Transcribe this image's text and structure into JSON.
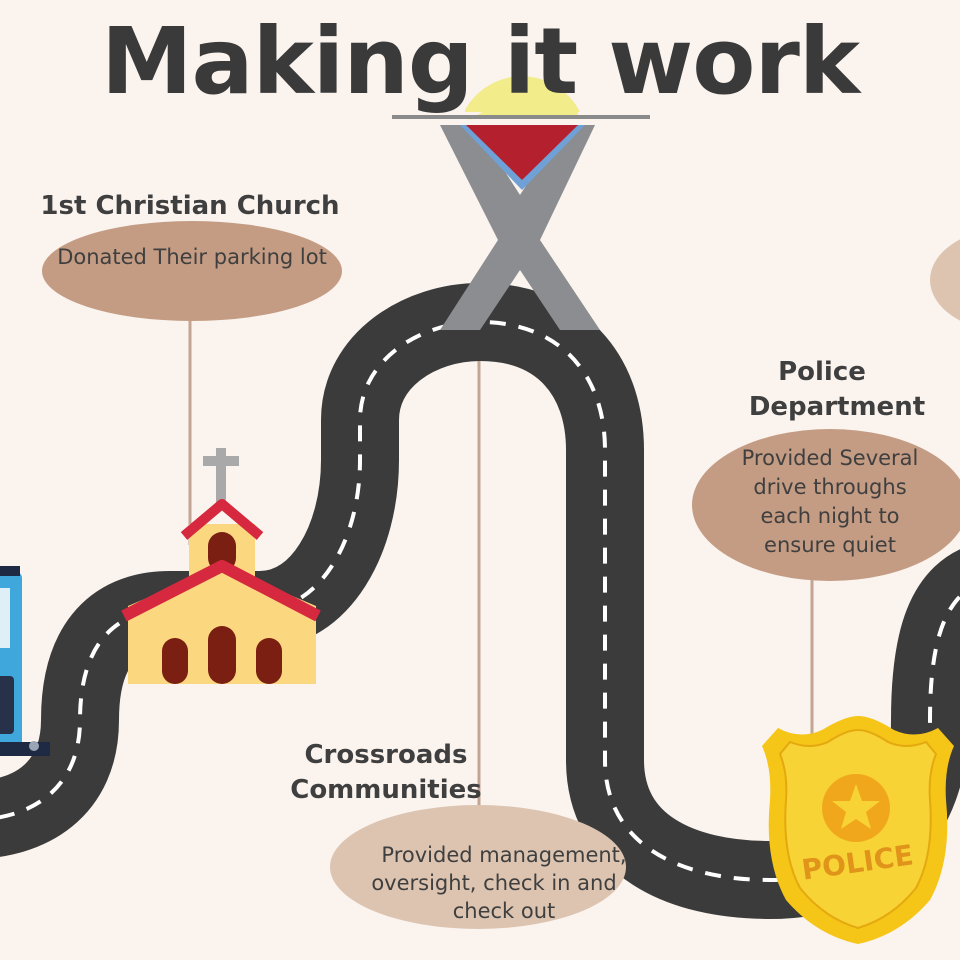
{
  "title": "Making it work",
  "church": {
    "heading": "1st Christian Church",
    "description": "Donated Their parking lot"
  },
  "police": {
    "heading_line1": "Police",
    "heading_line2": "Department",
    "description_line1": "Provided Several",
    "description_line2": "drive throughs",
    "description_line3": "each night to",
    "description_line4": "ensure quiet",
    "badge_text": "POLICE"
  },
  "crossroads": {
    "heading_line1": "Crossroads",
    "heading_line2": "Communities",
    "description_line1": "Provided management,",
    "description_line2": "oversight, check in and",
    "description_line3": "check out"
  },
  "colors": {
    "background": "#faf3ee",
    "road": "#3b3b3b",
    "bubble_dark": "#c49c83",
    "bubble_light": "#dcc4b1",
    "roof_red": "#d6283e",
    "church_wall": "#fbd880",
    "door": "#7a1f12",
    "badge_gold": "#f5c518"
  },
  "icons": [
    "church-icon",
    "crossroads-logo-icon",
    "police-badge-icon",
    "tram-icon"
  ]
}
